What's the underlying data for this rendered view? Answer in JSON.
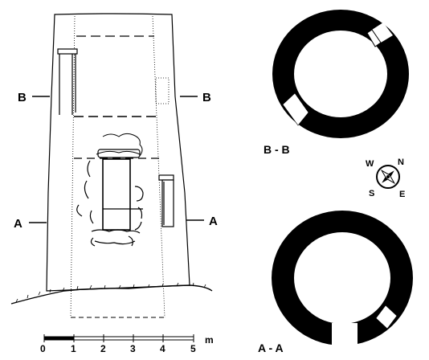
{
  "section_labels": {
    "b_left": "B",
    "b_right": "B",
    "a_left": "A",
    "a_right": "A",
    "section_bb": "B - B",
    "section_aa": "A - A"
  },
  "compass": {
    "north": "N",
    "east": "E",
    "south": "S",
    "west": "W"
  },
  "scale_bar": {
    "ticks": [
      "0",
      "1",
      "2",
      "3",
      "4",
      "5"
    ],
    "unit": "m"
  },
  "colors": {
    "ink": "#000000",
    "paper": "#ffffff"
  }
}
